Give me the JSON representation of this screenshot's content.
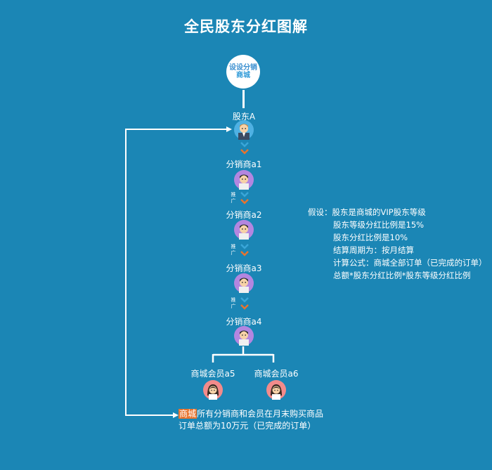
{
  "title": "全民股东分红图解",
  "logo": {
    "line1": "设设分销",
    "line2": "商城"
  },
  "nodes": {
    "shareholder": "股东A",
    "a1": "分销商a1",
    "a2": "分销商a2",
    "a3": "分销商a3",
    "a4": "分销商a4",
    "a5": "商城会员a5",
    "a6": "商城会员a6"
  },
  "promo_label": {
    "line1": "推",
    "line2": "广"
  },
  "assumptions": {
    "prefix": "假设：",
    "lines": [
      "股东是商城的VIP股东等级",
      "股东等级分红比例是15%",
      "股东分红比例是10%",
      "结算周期为：按月结算",
      "计算公式：商城全部订单（已完成的订单）",
      "总额*股东分红比例*股东等级分红比例"
    ]
  },
  "bottom": {
    "highlight": "商城",
    "line1_rest": "所有分销商和会员在月末购买商品",
    "line2": "订单总额为10万元（已完成的订单）"
  },
  "colors": {
    "background": "#1b86b5",
    "accent_orange": "#e8742e",
    "chevron_blue": "#3aa6d8",
    "avatar_purple": "#b386e0",
    "avatar_blue": "#4fb1e3",
    "avatar_pink": "#f28b8b"
  }
}
